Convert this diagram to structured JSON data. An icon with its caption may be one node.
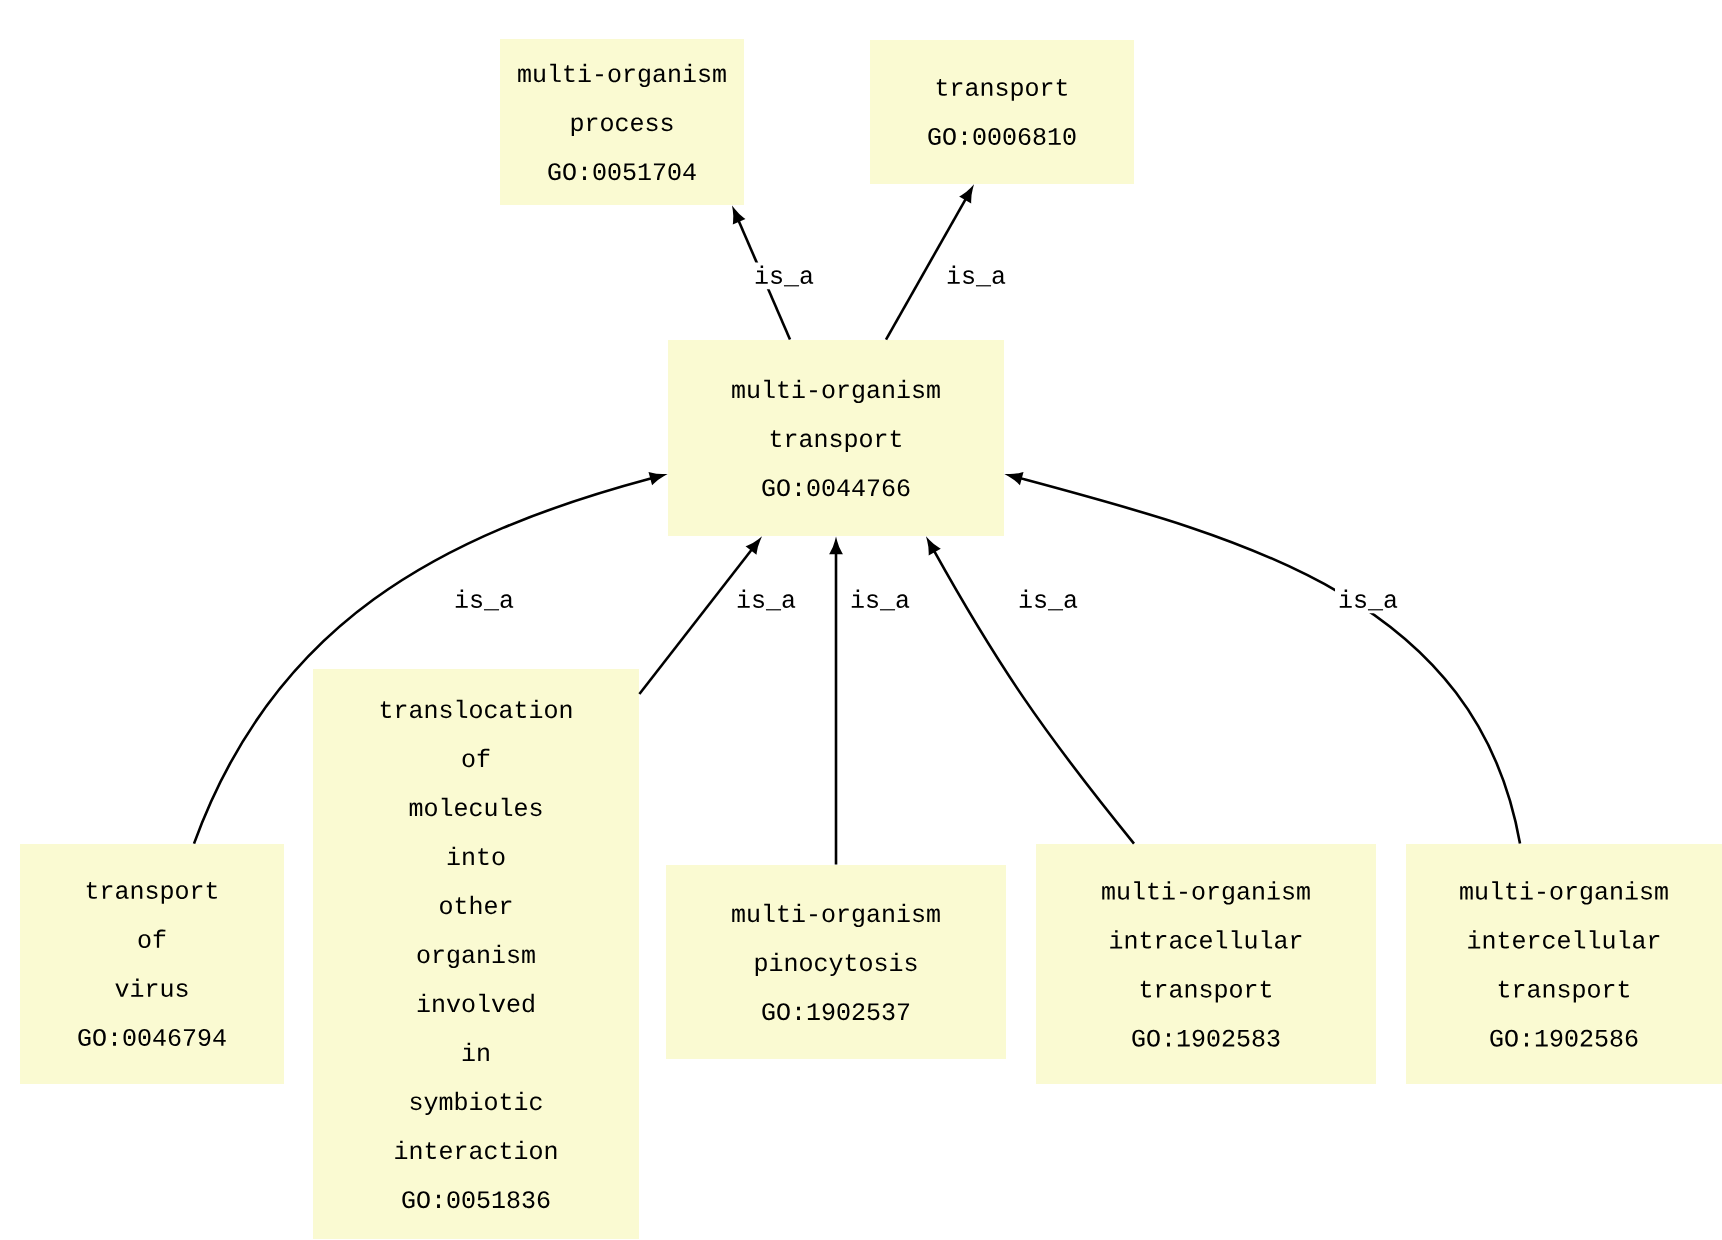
{
  "diagram": {
    "nodes": [
      {
        "text": [
          "multi-organism process",
          "GO:0051704"
        ]
      },
      {
        "text": [
          "transport",
          "GO:0006810"
        ]
      },
      {
        "text": [
          "multi-organism transport",
          "GO:0044766"
        ]
      },
      {
        "text": [
          "transport of virus",
          "GO:0046794"
        ]
      },
      {
        "text": [
          "translocation of molecules into other organism involved in symbiotic interaction",
          "GO:0051836"
        ]
      },
      {
        "text": [
          "multi-organism pinocytosis",
          "GO:1902537"
        ]
      },
      {
        "text": [
          "multi-organism intracellular transport",
          "GO:1902583"
        ]
      },
      {
        "text": [
          "multi-organism intercellular transport",
          "GO:1902586"
        ]
      }
    ],
    "edges": [
      {
        "from": 2,
        "to": 0,
        "arrow": "to",
        "label": "is_a"
      },
      {
        "from": 2,
        "to": 1,
        "arrow": "to",
        "label": "is_a"
      },
      {
        "from": 3,
        "to": 2,
        "arrow": "to",
        "label": "is_a"
      },
      {
        "from": 4,
        "to": 2,
        "arrow": "to",
        "label": "is_a"
      },
      {
        "from": 5,
        "to": 2,
        "arrow": "to",
        "label": "is_a"
      },
      {
        "from": 6,
        "to": 2,
        "arrow": "to",
        "label": "is_a"
      },
      {
        "from": 7,
        "to": 2,
        "arrow": "to",
        "label": "is_a"
      }
    ]
  }
}
